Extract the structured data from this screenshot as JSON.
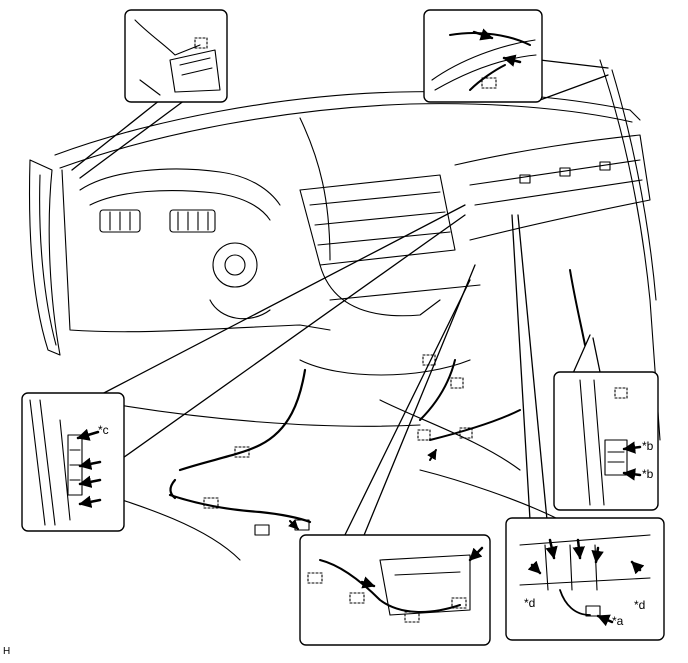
{
  "figure_id": "H",
  "callouts": {
    "c": "*c",
    "b_upper": "*b",
    "b_lower": "*b",
    "d_left": "*d",
    "d_right": "*d",
    "a": "*a"
  },
  "colors": {
    "ink": "#000000",
    "paper": "#ffffff"
  }
}
